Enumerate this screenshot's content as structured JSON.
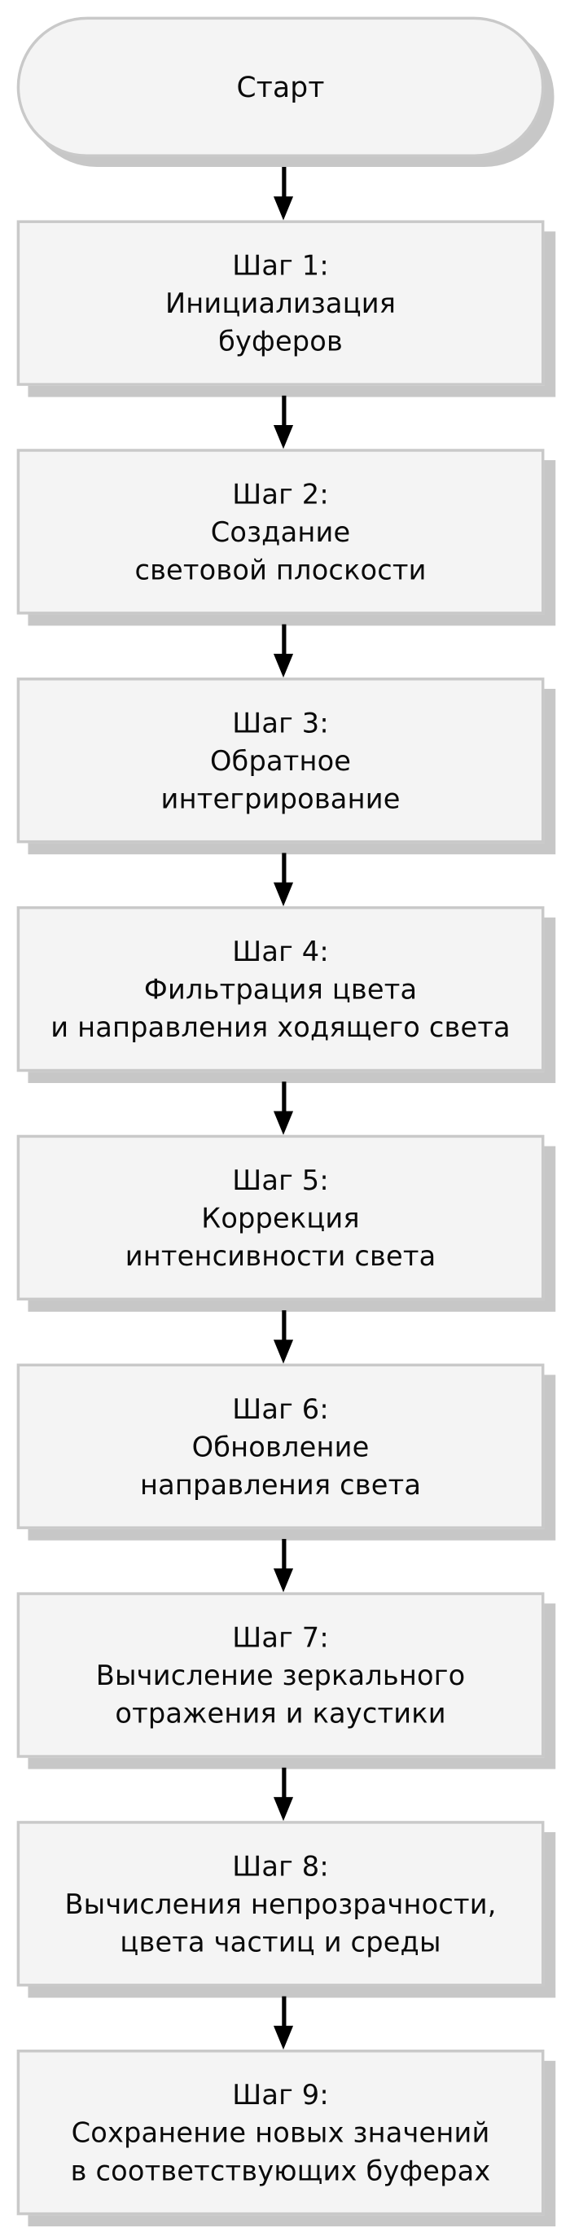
{
  "diagram": {
    "type": "flowchart",
    "orientation": "top-to-bottom",
    "language": "ru",
    "colors": {
      "node_fill": "#f4f4f4",
      "node_border": "#c9c9c9",
      "node_shadow": "#c7c7c7",
      "arrow": "#000000",
      "text": "#0a0a0a",
      "background": "#ffffff"
    },
    "nodes": [
      {
        "id": "start",
        "shape": "stadium",
        "label": "Старт"
      },
      {
        "id": "step1",
        "shape": "rectangle",
        "label": "Шаг 1:\nИнициализация\nбуферов"
      },
      {
        "id": "step2",
        "shape": "rectangle",
        "label": "Шаг 2:\nСоздание\nсветовой плоскости"
      },
      {
        "id": "step3",
        "shape": "rectangle",
        "label": "Шаг 3:\nОбратное\nинтегрирование"
      },
      {
        "id": "step4",
        "shape": "rectangle",
        "label": "Шаг 4:\nФильтрация цвета\nи направления ходящего света"
      },
      {
        "id": "step5",
        "shape": "rectangle",
        "label": "Шаг 5:\nКоррекция\nинтенсивности света"
      },
      {
        "id": "step6",
        "shape": "rectangle",
        "label": "Шаг 6:\nОбновление\nнаправления света"
      },
      {
        "id": "step7",
        "shape": "rectangle",
        "label": "Шаг 7:\nВычисление зеркального\nотражения и каустики"
      },
      {
        "id": "step8",
        "shape": "rectangle",
        "label": "Шаг 8:\nВычисления непрозрачности,\nцвета частиц и среды"
      },
      {
        "id": "step9",
        "shape": "rectangle",
        "label": "Шаг 9:\nСохранение новых значений\nв соответствующих буферах"
      }
    ],
    "edges": [
      {
        "from": "start",
        "to": "step1",
        "marker": "arrow-down"
      },
      {
        "from": "step1",
        "to": "step2",
        "marker": "arrow-down"
      },
      {
        "from": "step2",
        "to": "step3",
        "marker": "arrow-down"
      },
      {
        "from": "step3",
        "to": "step4",
        "marker": "arrow-down"
      },
      {
        "from": "step4",
        "to": "step5",
        "marker": "arrow-down"
      },
      {
        "from": "step5",
        "to": "step6",
        "marker": "arrow-down"
      },
      {
        "from": "step6",
        "to": "step7",
        "marker": "arrow-down"
      },
      {
        "from": "step7",
        "to": "step8",
        "marker": "arrow-down"
      },
      {
        "from": "step8",
        "to": "step9",
        "marker": "arrow-down"
      }
    ]
  }
}
